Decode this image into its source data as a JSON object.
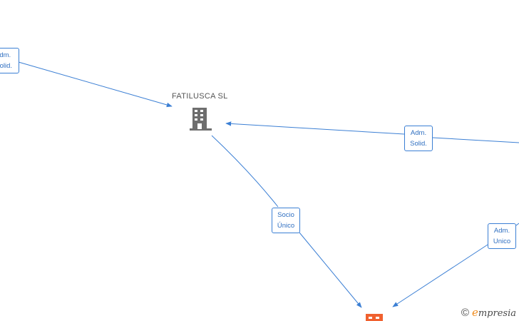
{
  "nodes": {
    "company_main": {
      "label": "FATILUSCA SL"
    }
  },
  "edges": {
    "top_left": {
      "line1": "Adm.",
      "line2": "Solid."
    },
    "right_top": {
      "line1": "Adm.",
      "line2": "Solid."
    },
    "socio": {
      "line1": "Socio",
      "line2": "Único"
    },
    "right_bottom": {
      "line1": "Adm.",
      "line2": "Unico"
    }
  },
  "watermark": {
    "copyright": "©",
    "brand_initial": "e",
    "brand_rest": "mpresia"
  },
  "colors": {
    "edge": "#3b7fd4",
    "building_icon": "#6e6e6e",
    "highlight_node": "#f0612f"
  },
  "icons": [
    "building-icon",
    "company-highlight-icon",
    "copyright-icon"
  ]
}
